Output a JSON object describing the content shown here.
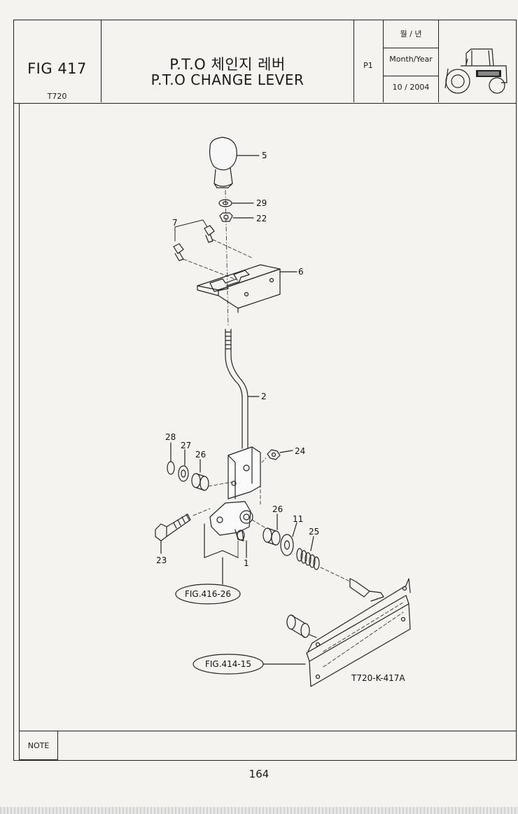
{
  "header": {
    "figure_number": "FIG 417",
    "model": "T720",
    "title_korean": "P.T.O 체인지 레버",
    "title_english": "P.T.O CHANGE LEVER",
    "page_ref": "P1",
    "date_header_korean": "월 / 년",
    "date_header_english": "Month/Year",
    "date_value": "10 / 2004"
  },
  "drawing": {
    "part_labels": {
      "p5": "5",
      "p29": "29",
      "p22": "22",
      "p7": "7",
      "p6": "6",
      "p2": "2",
      "p28": "28",
      "p27": "27",
      "p26a": "26",
      "p24": "24",
      "p26b": "26",
      "p11": "11",
      "p25": "25",
      "p23": "23",
      "p1": "1"
    },
    "references": {
      "fig416": "FIG.416-26",
      "fig414": "FIG.414-15"
    },
    "drawing_code": "T720-K-417A"
  },
  "footer": {
    "note_label": "NOTE",
    "page_number": "164"
  }
}
